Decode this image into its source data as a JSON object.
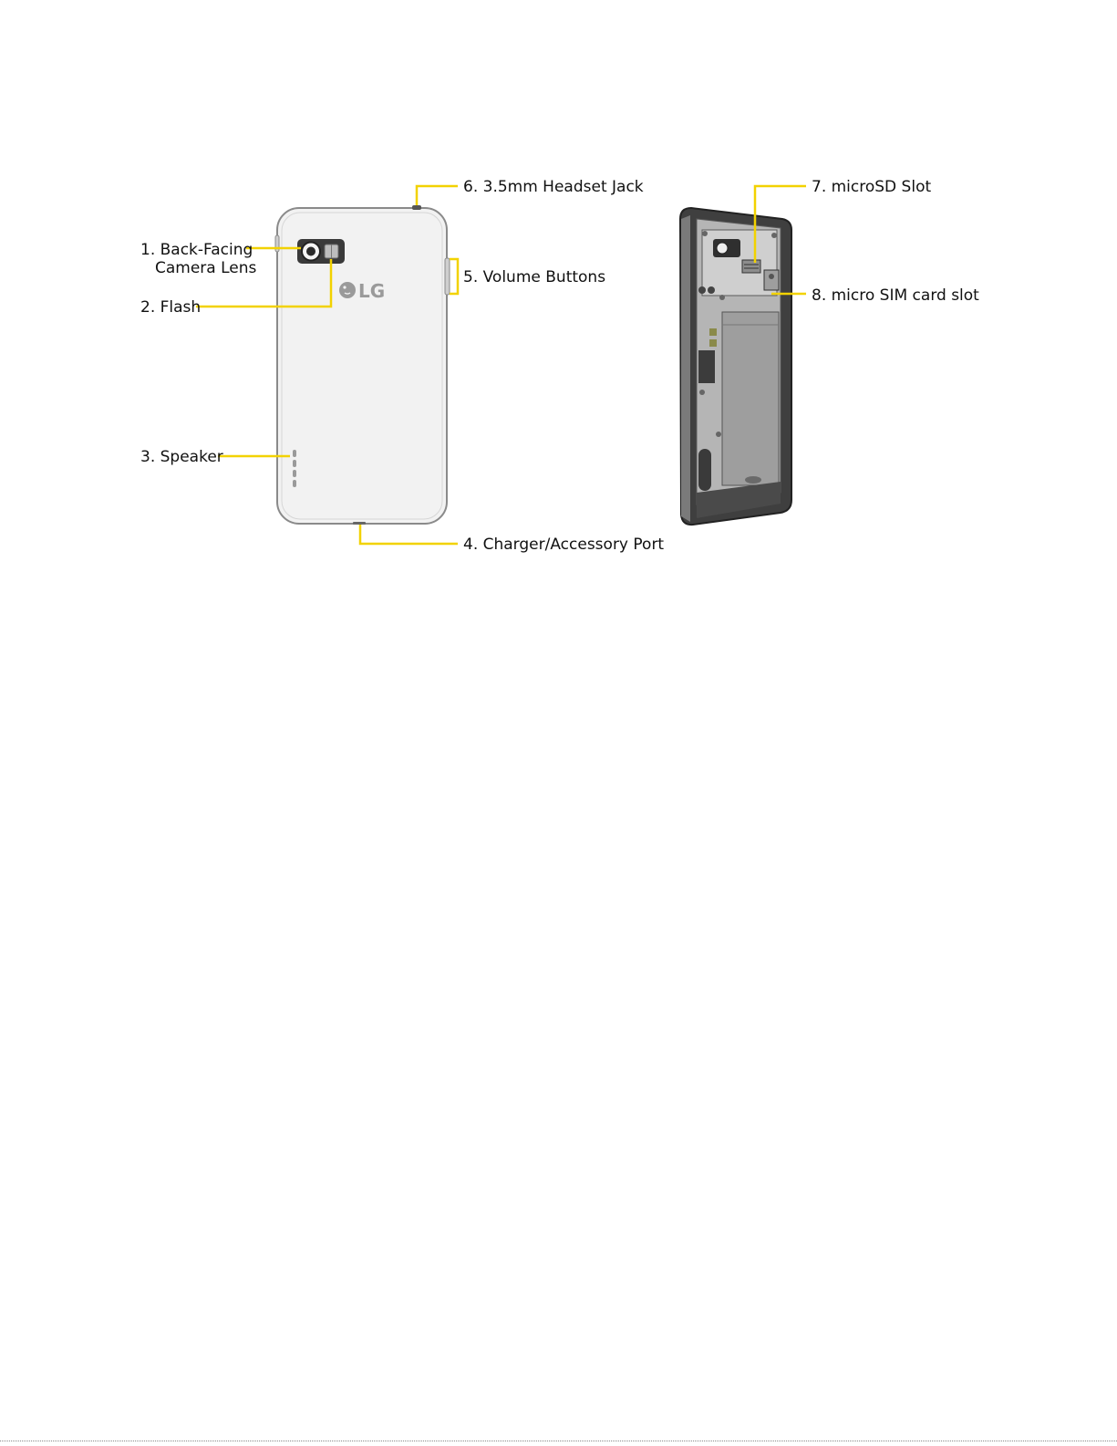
{
  "figure": {
    "callouts": [
      {
        "id": 1,
        "text_line1": "1. Back-Facing",
        "text_line2": "Camera Lens"
      },
      {
        "id": 2,
        "text": "2. Flash"
      },
      {
        "id": 3,
        "text": "3. Speaker"
      },
      {
        "id": 4,
        "text": "4. Charger/Accessory Port"
      },
      {
        "id": 5,
        "text": "5. Volume Buttons"
      },
      {
        "id": 6,
        "text": "6. 3.5mm Headset Jack"
      },
      {
        "id": 7,
        "text": "7. microSD Slot"
      },
      {
        "id": 8,
        "text": "8. micro SIM card slot"
      }
    ],
    "logo_text": "LG",
    "colors": {
      "callout_line": "#f2d200",
      "phone_body": "#f2f2f2",
      "phone_outline": "#8a8a8a",
      "inner_dark": "#4a4a4a"
    }
  }
}
